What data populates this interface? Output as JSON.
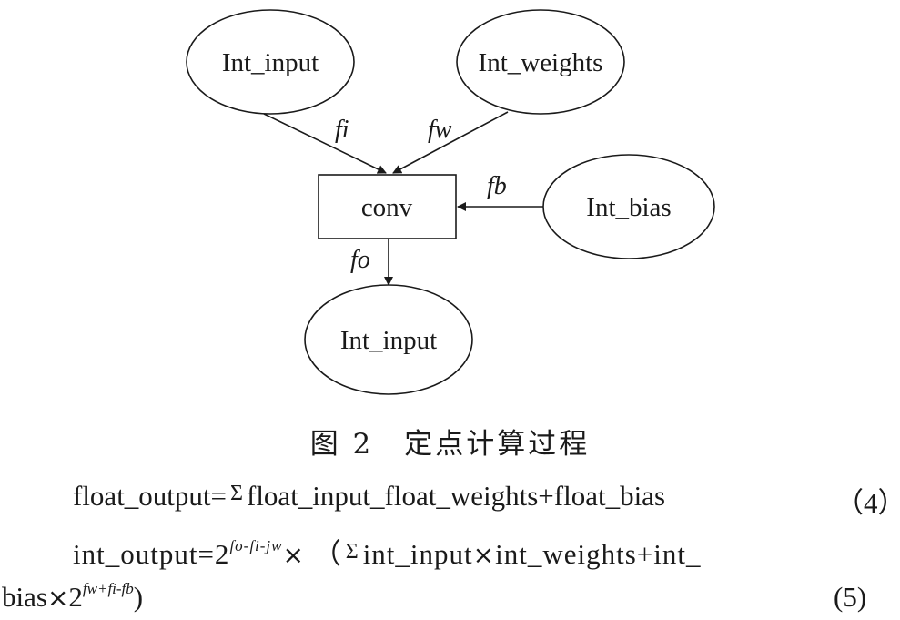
{
  "nodes": {
    "input_top": "Int_input",
    "weights": "Int_weights",
    "conv": "conv",
    "bias": "Int_bias",
    "input_bottom": "Int_input"
  },
  "edges": {
    "fi": "fi",
    "fw": "fw",
    "fb": "fb",
    "fo": "fo"
  },
  "caption": {
    "figure": "图 2",
    "title": "定点计算过程"
  },
  "equations": {
    "eq4": {
      "lhs": "float_output=",
      "sigma": "Σ",
      "rhs": "float_input_float_weights+float_bias",
      "number": "（4）"
    },
    "eq5": {
      "lhs": "int_output=2",
      "exp1": "fo-fi-jw",
      "times1": "×",
      "open": "（",
      "sigma": "Σ",
      "part1": "int_input",
      "times2": "×",
      "part2": "int_weights+int_",
      "line2": "bias",
      "times3": "×",
      "base2": "2",
      "exp2": "fw+fi-fb",
      "close": ")",
      "number": "(5)"
    }
  }
}
